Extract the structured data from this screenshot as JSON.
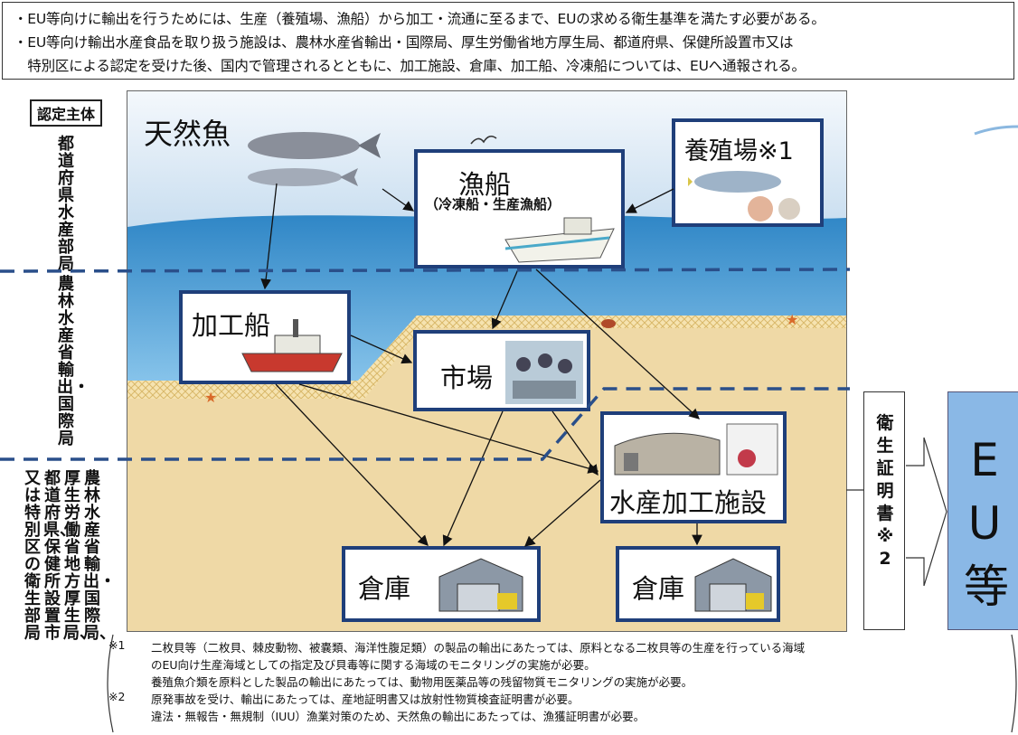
{
  "header_notes": [
    "・EU等向けに輸出を行うためには、生産（養殖場、漁船）から加工・流通に至るまで、EUの求める衛生基準を満たす必要がある。",
    "・EU等向け輸出水産食品を取り扱う施設は、農林水産省輸出・国際局、厚生労働省地方厚生局、都道府県、保健所設置市又は",
    "　特別区による認定を受けた後、国内で管理されるとともに、加工施設、倉庫、加工船、冷凍船については、EUへ通報される。"
  ],
  "authority": {
    "title": "認定主体",
    "prefecture_fisheries": "都道府県水産部局",
    "maff_export": "農林水産省輸出・国際局",
    "col1": "農林水産省輸出・国際局、",
    "col2": "厚生労働省地方厚生局、",
    "col3": "都道府県、保健所設置市",
    "col4": "又は特別区の衛生部局"
  },
  "nodes": {
    "wild_fish": "天然魚",
    "fishing_boat": "漁船",
    "fishing_boat_sub": "（冷凍船・生産漁船）",
    "aquaculture": "養殖場※1",
    "processing_ship": "加工船",
    "market": "市場",
    "processing_facility": "水産加工施設",
    "warehouse_1": "倉庫",
    "warehouse_2": "倉庫"
  },
  "certificate": "衛生証明書※2",
  "destination": "EU等",
  "footnotes": {
    "n1_mark": "※1",
    "n1_line1": "二枚貝等（二枚貝、棘皮動物、被嚢類、海洋性腹足類）の製品の輸出にあたっては、原料となる二枚貝等の生産を行っている海域",
    "n1_line2": "のEU向け生産海域としての指定及び貝毒等に関する海域のモニタリングの実施が必要。",
    "n1_line3": "養殖魚介類を原料とした製品の輸出にあたっては、動物用医薬品等の残留物質モニタリングの実施が必要。",
    "n2_mark": "※2",
    "n2_line1": "原発事故を受け、輸出にあたっては、産地証明書又は放射性物質検査証明書が必要。",
    "n2_line2": "違法・無報告・無規制（IUU）漁業対策のため、天然魚の輸出にあたっては、漁獲証明書が必要。"
  },
  "colors": {
    "sky": "#cfe3f3",
    "sea": "#4d9fd6",
    "sand": "#efd9a6",
    "node_border": "#1f3f7a",
    "dashed_line": "#2a4f8a",
    "eu_box": "#8ab8e6"
  }
}
